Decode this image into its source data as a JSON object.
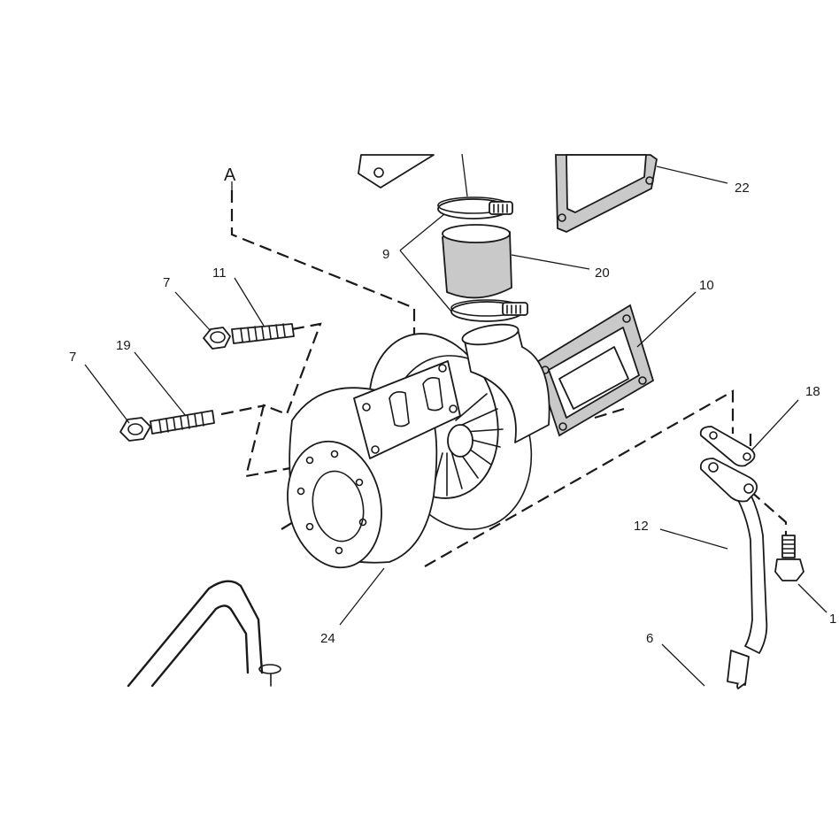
{
  "view_reference": "A",
  "callouts": {
    "c22": "22",
    "c9": "9",
    "c20": "20",
    "c10": "10",
    "c7a": "7",
    "c11": "11",
    "c7b": "7",
    "c19": "19",
    "c18": "18",
    "c12": "12",
    "c1": "1",
    "c24": "24",
    "c6": "6"
  }
}
